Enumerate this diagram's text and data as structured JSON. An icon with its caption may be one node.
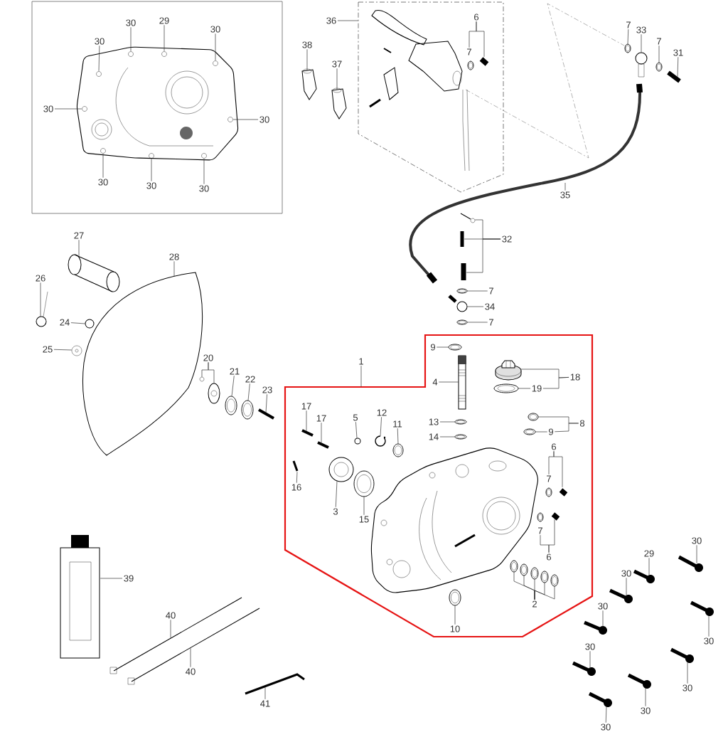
{
  "diagram": {
    "nodes": [
      {
        "text": [
          "36"
        ]
      },
      {
        "text": [],
        "shape": "box"
      },
      {
        "text": [
          "6"
        ],
        "in": 1
      },
      {
        "text": [
          "38"
        ]
      },
      {
        "text": [
          "37"
        ]
      },
      {
        "text": [
          "30"
        ]
      },
      {
        "text": [
          "29"
        ]
      },
      {
        "text": [
          "30"
        ]
      },
      {
        "text": [
          "30"
        ]
      },
      {
        "text": [
          "7"
        ]
      },
      {
        "text": [
          "33"
        ]
      },
      {
        "text": [
          "7"
        ]
      },
      {
        "text": [
          "31"
        ]
      },
      {
        "text": [
          "30"
        ]
      },
      {
        "text": [
          "30"
        ]
      },
      {
        "text": [
          "30"
        ]
      },
      {
        "text": [
          "30"
        ]
      },
      {
        "text": [
          "30"
        ]
      },
      {
        "text": [
          "35"
        ]
      },
      {
        "text": [
          "27"
        ]
      },
      {
        "text": [
          "32"
        ]
      },
      {
        "text": [
          "28"
        ]
      },
      {
        "text": [
          "26"
        ]
      },
      {
        "text": [
          "7"
        ]
      },
      {
        "text": [
          "34"
        ]
      },
      {
        "text": [
          "24"
        ]
      },
      {
        "text": [
          "7"
        ]
      },
      {
        "text": [
          "25"
        ]
      },
      {
        "text": [
          "20"
        ]
      },
      {
        "text": [
          "1"
        ]
      },
      {
        "text": [],
        "shape": "box"
      },
      {
        "text": [
          "9"
        ],
        "in": 30
      },
      {
        "text": [
          "21"
        ]
      },
      {
        "text": [
          "18"
        ],
        "in": 30
      },
      {
        "text": [
          "22"
        ]
      },
      {
        "text": [
          "4"
        ],
        "in": 30
      },
      {
        "text": [
          "19"
        ],
        "in": 30
      },
      {
        "text": [
          "23"
        ]
      },
      {
        "text": [
          "17"
        ],
        "in": 30
      },
      {
        "text": [
          "17"
        ],
        "in": 30
      },
      {
        "text": [
          "5"
        ],
        "in": 30
      },
      {
        "text": [
          "12"
        ],
        "in": 30
      },
      {
        "text": [
          "11"
        ],
        "in": 30
      },
      {
        "text": [
          "13"
        ],
        "in": 30
      },
      {
        "text": [
          "8"
        ],
        "in": 30
      },
      {
        "text": [
          "9"
        ],
        "in": 30
      },
      {
        "text": [
          "14"
        ],
        "in": 30
      },
      {
        "text": [
          "6"
        ],
        "in": 30
      },
      {
        "text": [
          "16"
        ],
        "in": 30
      },
      {
        "text": [
          "3"
        ],
        "in": 30
      },
      {
        "text": [
          "15"
        ],
        "in": 30
      },
      {
        "text": [
          "6"
        ],
        "in": 30
      },
      {
        "text": [
          "2"
        ],
        "in": 30
      },
      {
        "text": [
          "10"
        ],
        "in": 30
      },
      {
        "text": [
          "30"
        ]
      },
      {
        "text": [
          "29"
        ]
      },
      {
        "text": [
          "30"
        ]
      },
      {
        "text": [
          "39"
        ]
      },
      {
        "text": [
          "30"
        ]
      },
      {
        "text": [
          "40"
        ]
      },
      {
        "text": [
          "30"
        ]
      },
      {
        "text": [
          "30"
        ]
      },
      {
        "text": [
          "40"
        ]
      },
      {
        "text": [
          "30"
        ]
      },
      {
        "text": [
          "41"
        ]
      },
      {
        "text": [
          "30"
        ]
      },
      {
        "text": [
          "30"
        ]
      },
      {
        "text": [
          "7"
        ],
        "in": 1
      },
      {
        "text": [
          "7"
        ],
        "in": 30
      },
      {
        "text": [
          "7"
        ],
        "in": 30
      },
      {
        "text": [],
        "shape": "picture",
        "in": 1
      },
      {
        "text": [],
        "shape": "picture"
      },
      {
        "text": [],
        "shape": "picture"
      },
      {
        "text": [],
        "shape": "picture"
      },
      {
        "text": [],
        "shape": "picture"
      },
      {
        "text": [],
        "shape": "picture"
      },
      {
        "text": [],
        "shape": "picture"
      },
      {
        "text": [],
        "shape": "picture"
      },
      {
        "text": [],
        "shape": "picture"
      },
      {
        "text": [],
        "shape": "picture"
      },
      {
        "text": [],
        "shape": "picture"
      },
      {
        "text": [],
        "shape": "picture"
      },
      {
        "text": [],
        "shape": "picture"
      },
      {
        "text": [],
        "shape": "picture"
      },
      {
        "text": [],
        "shape": "picture"
      },
      {
        "text": [],
        "shape": "picture"
      },
      {
        "text": [],
        "shape": "picture"
      },
      {
        "text": [],
        "shape": "picture"
      },
      {
        "text": [],
        "shape": "picture"
      },
      {
        "text": [],
        "shape": "picture"
      },
      {
        "text": [],
        "shape": "picture"
      },
      {
        "text": [],
        "shape": "picture"
      },
      {
        "text": [],
        "shape": "picture"
      },
      {
        "text": [],
        "shape": "picture"
      },
      {
        "text": [],
        "shape": "picture"
      },
      {
        "text": [],
        "shape": "picture"
      },
      {
        "text": [],
        "shape": "picture"
      },
      {
        "text": [],
        "shape": "picture"
      },
      {
        "text": [],
        "shape": "picture"
      },
      {
        "text": [],
        "shape": "picture",
        "in": 30
      },
      {
        "text": [],
        "shape": "picture"
      },
      {
        "text": [],
        "shape": "picture",
        "in": 30
      },
      {
        "text": [],
        "shape": "picture"
      },
      {
        "text": [],
        "shape": "picture",
        "in": 30
      },
      {
        "text": [],
        "shape": "picture",
        "in": 30
      },
      {
        "text": [],
        "shape": "picture"
      },
      {
        "text": [],
        "shape": "picture",
        "in": 30
      },
      {
        "text": [],
        "shape": "picture",
        "in": 30
      },
      {
        "text": [],
        "shape": "picture",
        "in": 30
      },
      {
        "text": [],
        "shape": "picture",
        "in": 30
      },
      {
        "text": [],
        "shape": "picture",
        "in": 30
      },
      {
        "text": [],
        "shape": "picture",
        "in": 30
      },
      {
        "text": [],
        "shape": "picture",
        "in": 30
      },
      {
        "text": [],
        "shape": "picture",
        "in": 30
      },
      {
        "text": [],
        "shape": "picture",
        "in": 30
      },
      {
        "text": [],
        "shape": "picture",
        "in": 30
      },
      {
        "text": [],
        "shape": "picture",
        "in": 30
      },
      {
        "text": [],
        "shape": "picture",
        "in": 30
      },
      {
        "text": [],
        "shape": "picture",
        "in": 30
      },
      {
        "text": [],
        "shape": "picture",
        "in": 30
      },
      {
        "text": [],
        "shape": "picture",
        "in": 30
      },
      {
        "text": [],
        "shape": "picture",
        "in": 30
      },
      {
        "text": [],
        "shape": "picture",
        "in": 30
      },
      {
        "text": [],
        "shape": "picture",
        "in": 30
      },
      {
        "text": [],
        "shape": "picture",
        "in": 30
      },
      {
        "text": [],
        "shape": "picture",
        "in": 30
      },
      {
        "text": [],
        "shape": "picture"
      },
      {
        "text": [],
        "shape": "picture"
      },
      {
        "text": [],
        "shape": "picture"
      },
      {
        "text": [],
        "shape": "picture"
      },
      {
        "text": [],
        "shape": "picture"
      },
      {
        "text": [],
        "shape": "picture"
      },
      {
        "text": [],
        "shape": "picture"
      },
      {
        "text": [],
        "shape": "picture"
      },
      {
        "text": [],
        "shape": "picture"
      },
      {
        "text": [],
        "shape": "picture"
      },
      {
        "text": [],
        "shape": "picture"
      },
      {
        "text": [],
        "shape": "picture"
      },
      {
        "text": [],
        "shape": "picture"
      }
    ],
    "edges": [
      {
        "from": 0,
        "to": 1,
        "arrow": "none"
      },
      {
        "from": 2,
        "to": 67,
        "arrow": "none"
      },
      {
        "from": 2,
        "to": 70,
        "arrow": "none"
      },
      {
        "from": 3,
        "to": 71,
        "arrow": "none"
      },
      {
        "from": 4,
        "to": 72,
        "arrow": "none"
      },
      {
        "from": 5,
        "to": 73,
        "arrow": "none"
      },
      {
        "from": 6,
        "to": 74,
        "arrow": "none"
      },
      {
        "from": 7,
        "to": 75,
        "arrow": "none"
      },
      {
        "from": 8,
        "to": 76,
        "arrow": "none"
      },
      {
        "from": 9,
        "to": 77,
        "arrow": "none"
      },
      {
        "from": 10,
        "to": 78,
        "arrow": "none"
      },
      {
        "from": 11,
        "to": 79,
        "arrow": "none"
      },
      {
        "from": 12,
        "to": 80,
        "arrow": "none"
      },
      {
        "from": 13,
        "to": 81,
        "arrow": "none"
      },
      {
        "from": 14,
        "to": 82,
        "arrow": "none"
      },
      {
        "from": 15,
        "to": 83,
        "arrow": "none"
      },
      {
        "from": 16,
        "to": 84,
        "arrow": "none"
      },
      {
        "from": 17,
        "to": 85,
        "arrow": "none"
      },
      {
        "from": 18,
        "to": null,
        "arrow": "none"
      },
      {
        "from": 19,
        "to": 86,
        "arrow": "none"
      },
      {
        "from": 20,
        "to": 87,
        "arrow": "none"
      },
      {
        "from": 20,
        "to": 88,
        "arrow": "none"
      },
      {
        "from": 20,
        "to": 89,
        "arrow": "none"
      },
      {
        "from": 21,
        "to": 90,
        "arrow": "none"
      },
      {
        "from": 22,
        "to": 91,
        "arrow": "none"
      },
      {
        "from": 23,
        "to": 92,
        "arrow": "none"
      },
      {
        "from": 24,
        "to": 93,
        "arrow": "none"
      },
      {
        "from": 25,
        "to": 94,
        "arrow": "none"
      },
      {
        "from": 26,
        "to": 95,
        "arrow": "none"
      },
      {
        "from": 27,
        "to": 96,
        "arrow": "none"
      },
      {
        "from": 28,
        "to": 97,
        "arrow": "none"
      },
      {
        "from": 28,
        "to": 98,
        "arrow": "none"
      },
      {
        "from": 29,
        "to": 30,
        "arrow": "none"
      },
      {
        "from": 31,
        "to": 99,
        "arrow": "none"
      },
      {
        "from": 32,
        "to": 100,
        "arrow": "none"
      },
      {
        "from": 33,
        "to": 101,
        "arrow": "none"
      },
      {
        "from": 33,
        "to": 36,
        "arrow": "none"
      },
      {
        "from": 34,
        "to": 102,
        "arrow": "none"
      },
      {
        "from": 35,
        "to": 103,
        "arrow": "none"
      },
      {
        "from": 36,
        "to": 104,
        "arrow": "none"
      },
      {
        "from": 37,
        "to": 105,
        "arrow": "none"
      },
      {
        "from": 38,
        "to": 106,
        "arrow": "none"
      },
      {
        "from": 39,
        "to": 107,
        "arrow": "none"
      },
      {
        "from": 40,
        "to": 108,
        "arrow": "none"
      },
      {
        "from": 41,
        "to": 109,
        "arrow": "none"
      },
      {
        "from": 42,
        "to": 110,
        "arrow": "none"
      },
      {
        "from": 43,
        "to": 111,
        "arrow": "none"
      },
      {
        "from": 44,
        "to": 112,
        "arrow": "none"
      },
      {
        "from": 44,
        "to": 45,
        "arrow": "none"
      },
      {
        "from": 45,
        "to": 113,
        "arrow": "none"
      },
      {
        "from": 46,
        "to": 114,
        "arrow": "none"
      },
      {
        "from": 47,
        "to": 68,
        "arrow": "none"
      },
      {
        "from": 47,
        "to": 115,
        "arrow": "none"
      },
      {
        "from": 48,
        "to": 116,
        "arrow": "none"
      },
      {
        "from": 49,
        "to": 117,
        "arrow": "none"
      },
      {
        "from": 50,
        "to": 118,
        "arrow": "none"
      },
      {
        "from": 51,
        "to": 69,
        "arrow": "none"
      },
      {
        "from": 51,
        "to": 119,
        "arrow": "none"
      },
      {
        "from": 52,
        "to": 120,
        "arrow": "none"
      },
      {
        "from": 52,
        "to": 121,
        "arrow": "none"
      },
      {
        "from": 52,
        "to": 122,
        "arrow": "none"
      },
      {
        "from": 52,
        "to": 123,
        "arrow": "none"
      },
      {
        "from": 52,
        "to": 124,
        "arrow": "none"
      },
      {
        "from": 53,
        "to": 125,
        "arrow": "none"
      },
      {
        "from": 54,
        "to": 126,
        "arrow": "none"
      },
      {
        "from": 55,
        "to": 127,
        "arrow": "none"
      },
      {
        "from": 56,
        "to": 128,
        "arrow": "none"
      },
      {
        "from": 57,
        "to": 129,
        "arrow": "none"
      },
      {
        "from": 58,
        "to": 130,
        "arrow": "none"
      },
      {
        "from": 59,
        "to": 131,
        "arrow": "none"
      },
      {
        "from": 60,
        "to": 132,
        "arrow": "none"
      },
      {
        "from": 61,
        "to": 133,
        "arrow": "none"
      },
      {
        "from": 62,
        "to": 134,
        "arrow": "none"
      },
      {
        "from": 63,
        "to": 135,
        "arrow": "none"
      },
      {
        "from": 64,
        "to": 136,
        "arrow": "none"
      },
      {
        "from": 65,
        "to": 137,
        "arrow": "none"
      },
      {
        "from": 66,
        "to": 138,
        "arrow": "none"
      }
    ]
  }
}
